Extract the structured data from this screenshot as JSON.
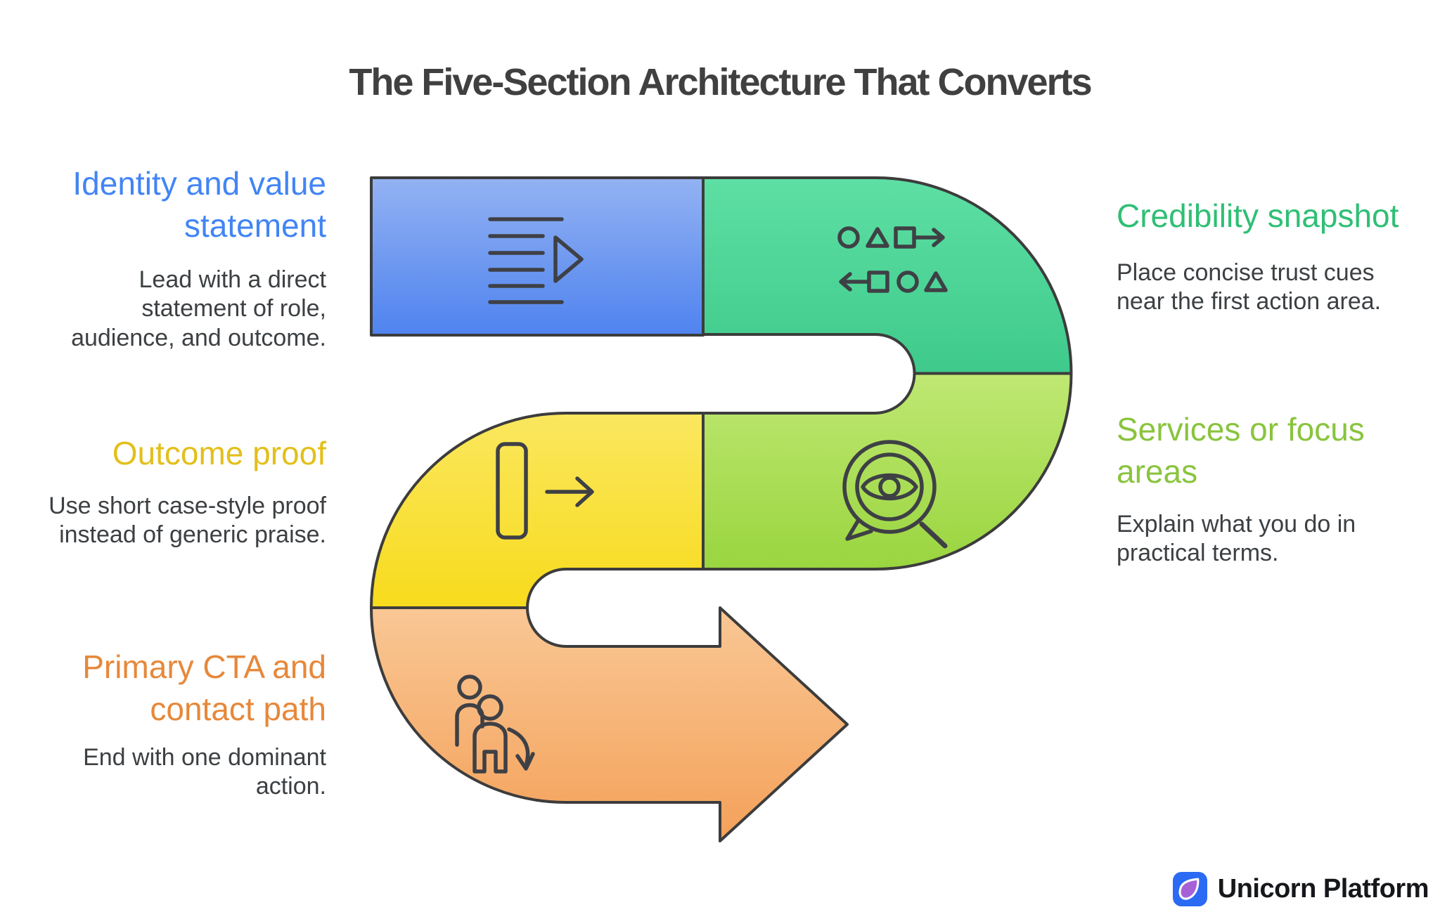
{
  "title": {
    "text": "The Five-Section Architecture That Converts",
    "color": "#404040"
  },
  "colors": {
    "outline": "#3C3C3C",
    "icon": "#3E4045",
    "body_text": "#3C4043"
  },
  "sections": [
    {
      "id": "identity",
      "heading": "Identity and value statement",
      "description": "Lead with a direct statement of role, audience, and outcome.",
      "heading_color": "#4285F4",
      "fill_top": "#93B2F2",
      "fill_bottom": "#4F83EF",
      "icon": "text-lines-play",
      "side": "left"
    },
    {
      "id": "credibility",
      "heading": "Credibility snapshot",
      "description": "Place concise trust cues near the first action area.",
      "heading_color": "#2FBF75",
      "fill_top": "#5EDFA4",
      "fill_bottom": "#3ECA8B",
      "icon": "shapes-flow",
      "side": "right"
    },
    {
      "id": "services",
      "heading": "Services or focus areas",
      "description": "Explain what you do in practical terms.",
      "heading_color": "#8AC43E",
      "fill_top": "#BFE873",
      "fill_bottom": "#9AD53F",
      "icon": "search-eye-bubble",
      "side": "right"
    },
    {
      "id": "outcome",
      "heading": "Outcome proof",
      "description": "Use short case-style proof instead of generic praise.",
      "heading_color": "#E3BF1B",
      "fill_top": "#FAE75F",
      "fill_bottom": "#F8DB1C",
      "icon": "rectangle-forward-arrow",
      "side": "left"
    },
    {
      "id": "cta",
      "heading": "Primary CTA and contact path",
      "description": "End with one dominant action.",
      "heading_color": "#E6883B",
      "fill_top": "#F9C795",
      "fill_bottom": "#F4A159",
      "icon": "people-down-arrow",
      "side": "left"
    }
  ],
  "branding": {
    "name": "Unicorn Platform",
    "icon_bg": "#2B6BF3",
    "icon_petal": "#A661D6",
    "text_color": "#15171A"
  }
}
